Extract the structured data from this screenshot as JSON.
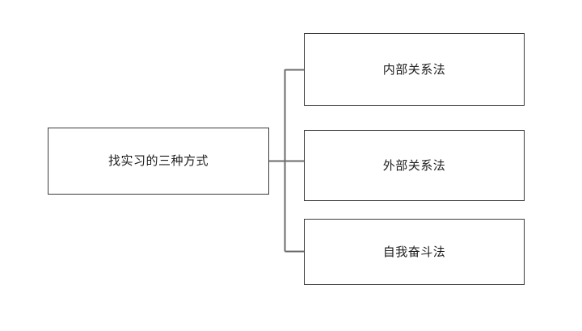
{
  "diagram": {
    "title": "找实习的三种方式",
    "type": "horizontal-tree",
    "background_color": "#ffffff",
    "box_border_color": "#3c3c3c",
    "connector_color": "#6b6b6b",
    "text_color": "#1e1e1e",
    "root": {
      "label": "找实习的三种方式"
    },
    "children": [
      {
        "label": "内部关系法"
      },
      {
        "label": "外部关系法"
      },
      {
        "label": "自我奋斗法"
      }
    ]
  }
}
